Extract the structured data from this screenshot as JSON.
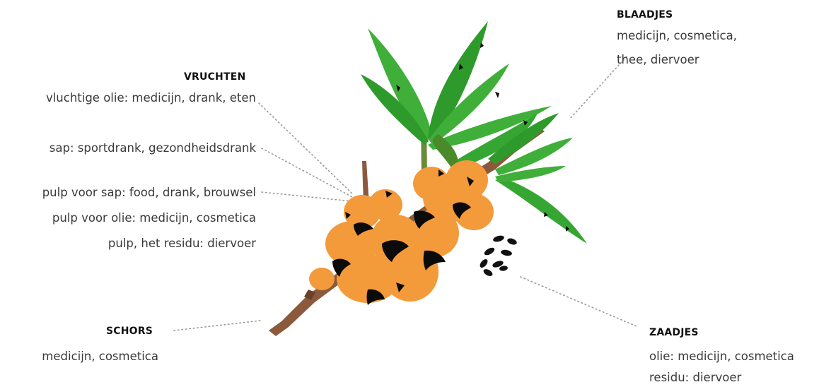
{
  "vruchten": {
    "heading": "VRUCHTEN",
    "lines": [
      "vluchtige olie: medicijn, drank, eten",
      "sap: sportdrank, gezondheidsdrank",
      "pulp voor sap: food, drank, brouwsel",
      "pulp voor olie: medicijn, cosmetica",
      "pulp, het residu: diervoer"
    ]
  },
  "schors": {
    "heading": "SCHORS",
    "lines": [
      "medicijn, cosmetica"
    ]
  },
  "blaadjes": {
    "heading": "BLAADJES",
    "lines": [
      "medicijn, cosmetica,",
      "thee, diervoer"
    ]
  },
  "zaadjes": {
    "heading": "ZAADJES",
    "lines": [
      "olie: medicijn, cosmetica",
      "residu: diervoer"
    ]
  },
  "colors": {
    "berry": "#F39A3B",
    "berry_dark": "#0b0b0b",
    "leaf": "#3FAF3A",
    "leaf_dark": "#1d6b1f",
    "bark": "#8B5A3C",
    "leader": "#9a9a9a"
  }
}
